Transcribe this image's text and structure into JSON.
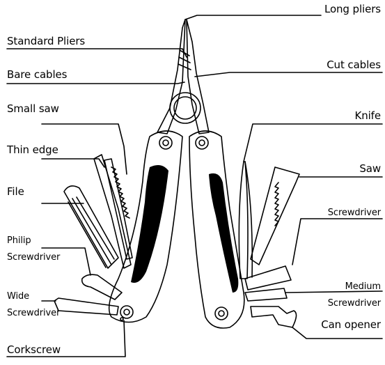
{
  "labels": {
    "long_pliers": "Long pliers",
    "standard_pliers": "Standard Pliers",
    "cut_cables": "Cut cables",
    "bare_cables": "Bare cables",
    "small_saw": "Small saw",
    "knife": "Knife",
    "thin_edge": "Thin edge",
    "saw": "Saw",
    "file": "File",
    "screwdriver": "Screwdriver",
    "philip": "Philip",
    "philip_screwdriver": "Screwdriver",
    "medium": "Medium",
    "medium_screwdriver": "Screwdriver",
    "wide": "Wide",
    "wide_screwdriver": "Screwdriver",
    "can_opener": "Can opener",
    "corkscrew": "Corkscrew"
  }
}
